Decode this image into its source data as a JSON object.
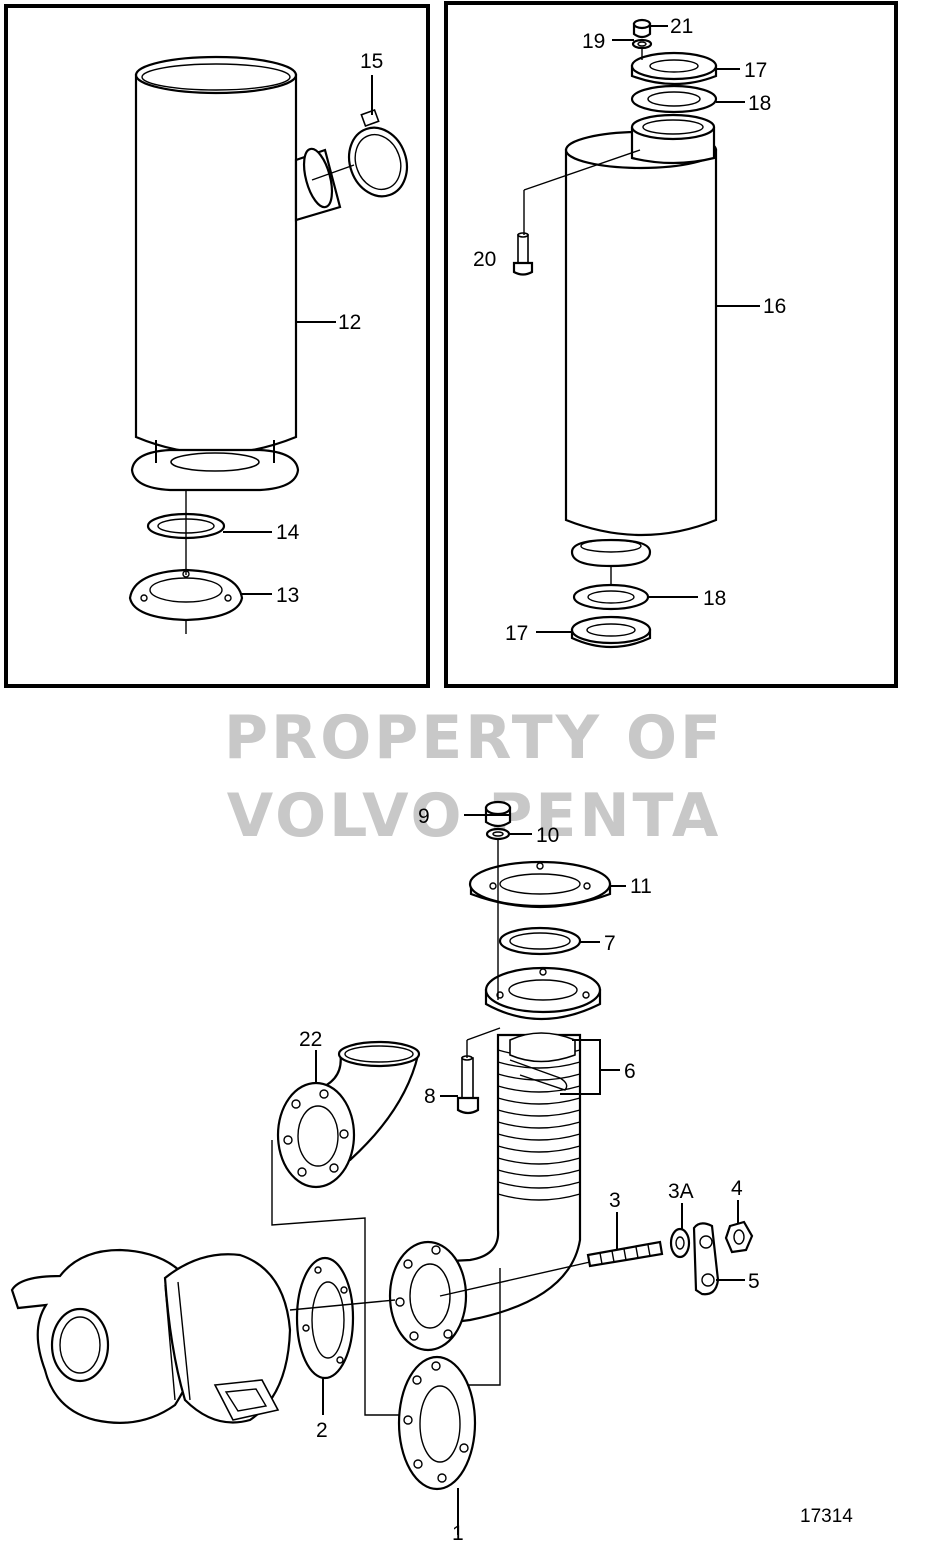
{
  "diagram": {
    "figure_number": "17314",
    "watermark": [
      "PROPERTY OF",
      "VOLVO PENTA"
    ],
    "callouts": {
      "c1": "1",
      "c2": "2",
      "c3": "3",
      "c3a": "3A",
      "c4": "4",
      "c5": "5",
      "c6": "6",
      "c7": "7",
      "c8": "8",
      "c9": "9",
      "c10": "10",
      "c11": "11",
      "c12": "12",
      "c13": "13",
      "c14": "14",
      "c15": "15",
      "c16": "16",
      "c17a": "17",
      "c17b": "17",
      "c18a": "18",
      "c18b": "18",
      "c19": "19",
      "c20": "20",
      "c21": "21",
      "c22": "22"
    }
  }
}
